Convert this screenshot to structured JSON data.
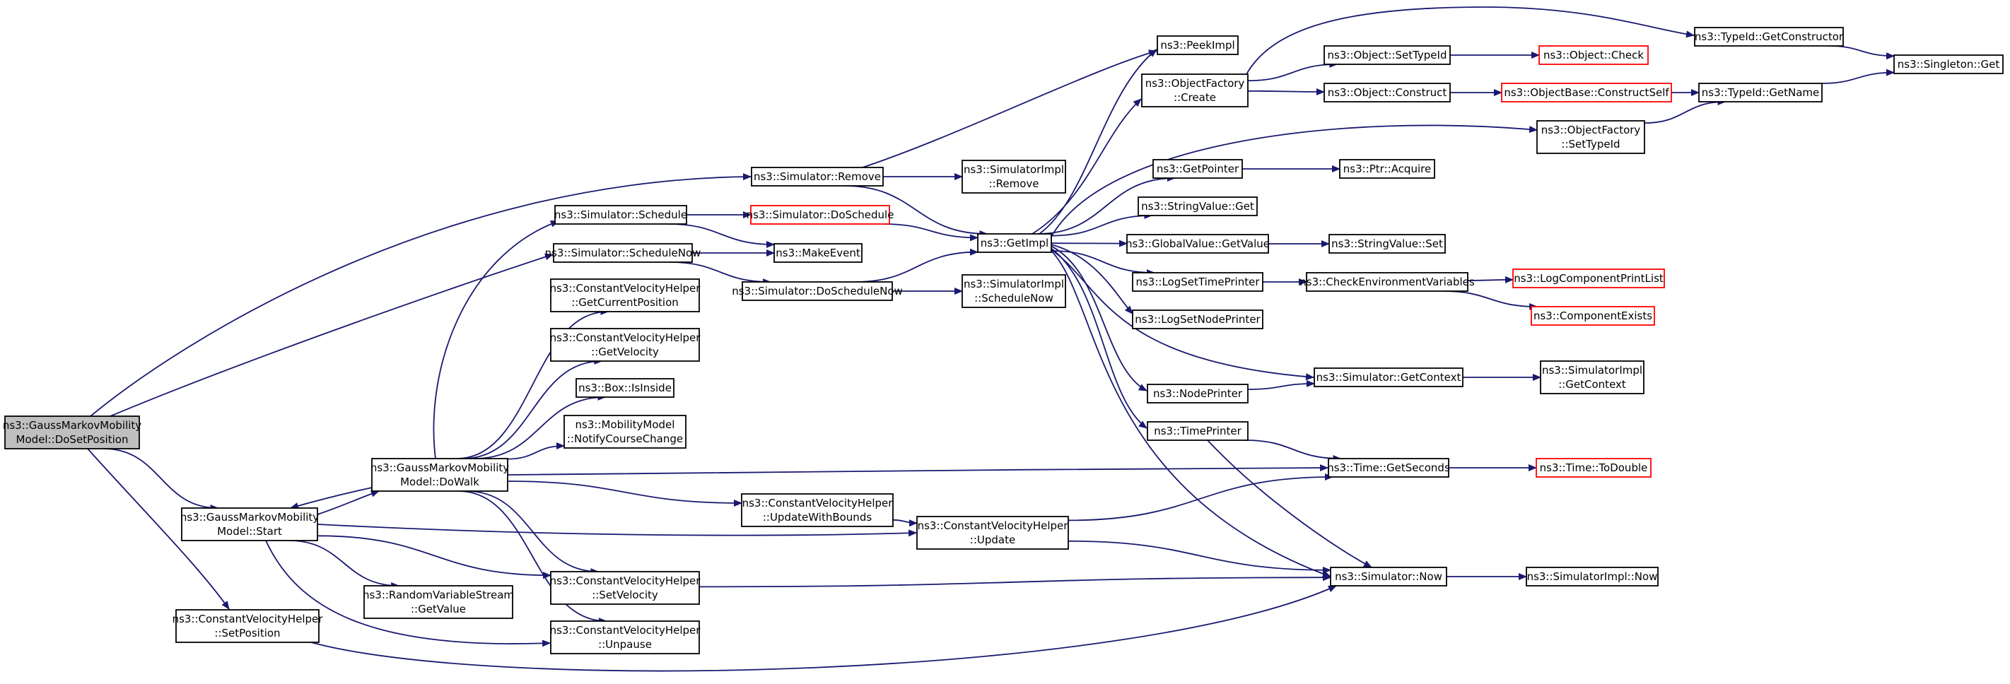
{
  "graph": {
    "edge_color": "#191970",
    "missing_border_color": "#ff0000",
    "root_fill_color": "#bfbfbf",
    "nodes": [
      {
        "id": "dosetposition",
        "lines": [
          "ns3::GaussMarkovMobility",
          "Model::DoSetPosition"
        ],
        "status": "root"
      },
      {
        "id": "start",
        "lines": [
          "ns3::GaussMarkovMobility",
          "Model::Start"
        ]
      },
      {
        "id": "setposition",
        "lines": [
          "ns3::ConstantVelocityHelper",
          "::SetPosition"
        ]
      },
      {
        "id": "dowalk",
        "lines": [
          "ns3::GaussMarkovMobility",
          "Model::DoWalk"
        ]
      },
      {
        "id": "rvs_getvalue",
        "lines": [
          "ns3::RandomVariableStream",
          "::GetValue"
        ]
      },
      {
        "id": "schedule",
        "lines": [
          "ns3::Simulator::Schedule"
        ]
      },
      {
        "id": "schedulenow",
        "lines": [
          "ns3::Simulator::ScheduleNow"
        ]
      },
      {
        "id": "getcurrentposition",
        "lines": [
          "ns3::ConstantVelocityHelper",
          "::GetCurrentPosition"
        ]
      },
      {
        "id": "getvelocity",
        "lines": [
          "ns3::ConstantVelocityHelper",
          "::GetVelocity"
        ]
      },
      {
        "id": "isinside",
        "lines": [
          "ns3::Box::IsInside"
        ]
      },
      {
        "id": "notifycoursechange",
        "lines": [
          "ns3::MobilityModel",
          "::NotifyCourseChange"
        ]
      },
      {
        "id": "setvelocity",
        "lines": [
          "ns3::ConstantVelocityHelper",
          "::SetVelocity"
        ]
      },
      {
        "id": "unpause",
        "lines": [
          "ns3::ConstantVelocityHelper",
          "::Unpause"
        ]
      },
      {
        "id": "remove",
        "lines": [
          "ns3::Simulator::Remove"
        ]
      },
      {
        "id": "doschedule",
        "lines": [
          "ns3::Simulator::DoSchedule"
        ],
        "status": "missing"
      },
      {
        "id": "makeevent",
        "lines": [
          "ns3::MakeEvent"
        ]
      },
      {
        "id": "doschedulenow",
        "lines": [
          "ns3::Simulator::DoScheduleNow"
        ]
      },
      {
        "id": "updatewithbounds",
        "lines": [
          "ns3::ConstantVelocityHelper",
          "::UpdateWithBounds"
        ]
      },
      {
        "id": "update",
        "lines": [
          "ns3::ConstantVelocityHelper",
          "::Update"
        ]
      },
      {
        "id": "simimpl_remove",
        "lines": [
          "ns3::SimulatorImpl",
          "::Remove"
        ]
      },
      {
        "id": "getimpl",
        "lines": [
          "ns3::GetImpl"
        ]
      },
      {
        "id": "simimpl_schedulenow",
        "lines": [
          "ns3::SimulatorImpl",
          "::ScheduleNow"
        ]
      },
      {
        "id": "peekimpl",
        "lines": [
          "ns3::PeekImpl"
        ]
      },
      {
        "id": "objectfactory_create",
        "lines": [
          "ns3::ObjectFactory",
          "::Create"
        ]
      },
      {
        "id": "getpointer",
        "lines": [
          "ns3::GetPointer"
        ]
      },
      {
        "id": "stringvalue_get",
        "lines": [
          "ns3::StringValue::Get"
        ]
      },
      {
        "id": "globalvalue_getvalue",
        "lines": [
          "ns3::GlobalValue::GetValue"
        ]
      },
      {
        "id": "logsettimeprinter",
        "lines": [
          "ns3::LogSetTimePrinter"
        ]
      },
      {
        "id": "logsetnodeprinter",
        "lines": [
          "ns3::LogSetNodePrinter"
        ]
      },
      {
        "id": "nodeprinter",
        "lines": [
          "ns3::NodePrinter"
        ]
      },
      {
        "id": "timeprinter",
        "lines": [
          "ns3::TimePrinter"
        ]
      },
      {
        "id": "object_settypeid",
        "lines": [
          "ns3::Object::SetTypeId"
        ]
      },
      {
        "id": "object_construct",
        "lines": [
          "ns3::Object::Construct"
        ]
      },
      {
        "id": "ptr_acquire",
        "lines": [
          "ns3::Ptr::Acquire"
        ]
      },
      {
        "id": "stringvalue_set",
        "lines": [
          "ns3::StringValue::Set"
        ]
      },
      {
        "id": "checkenvvars",
        "lines": [
          "ns3::CheckEnvironmentVariables"
        ]
      },
      {
        "id": "getcontext",
        "lines": [
          "ns3::Simulator::GetContext"
        ]
      },
      {
        "id": "time_getseconds",
        "lines": [
          "ns3::Time::GetSeconds"
        ]
      },
      {
        "id": "simulator_now",
        "lines": [
          "ns3::Simulator::Now"
        ]
      },
      {
        "id": "typeid_getconstructor",
        "lines": [
          "ns3::TypeId::GetConstructor"
        ]
      },
      {
        "id": "object_check",
        "lines": [
          "ns3::Object::Check"
        ],
        "status": "missing"
      },
      {
        "id": "objectbase_constructself",
        "lines": [
          "ns3::ObjectBase::ConstructSelf"
        ],
        "status": "missing"
      },
      {
        "id": "objectfactory_settypeid",
        "lines": [
          "ns3::ObjectFactory",
          "::SetTypeId"
        ]
      },
      {
        "id": "logcomponentprintlist",
        "lines": [
          "ns3::LogComponentPrintList"
        ],
        "status": "missing"
      },
      {
        "id": "componentexists",
        "lines": [
          "ns3::ComponentExists"
        ],
        "status": "missing"
      },
      {
        "id": "simimpl_getcontext",
        "lines": [
          "ns3::SimulatorImpl",
          "::GetContext"
        ]
      },
      {
        "id": "time_todouble",
        "lines": [
          "ns3::Time::ToDouble"
        ],
        "status": "missing"
      },
      {
        "id": "simimpl_now",
        "lines": [
          "ns3::SimulatorImpl::Now"
        ]
      },
      {
        "id": "typeid_getname",
        "lines": [
          "ns3::TypeId::GetName"
        ]
      },
      {
        "id": "singleton_get",
        "lines": [
          "ns3::Singleton::Get"
        ]
      }
    ],
    "edges": [
      [
        "dosetposition",
        "remove"
      ],
      [
        "dosetposition",
        "schedulenow"
      ],
      [
        "dosetposition",
        "start"
      ],
      [
        "dosetposition",
        "setposition"
      ],
      [
        "start",
        "dowalk"
      ],
      [
        "start",
        "rvs_getvalue"
      ],
      [
        "start",
        "setvelocity"
      ],
      [
        "start",
        "unpause"
      ],
      [
        "start",
        "update"
      ],
      [
        "dowalk",
        "start"
      ],
      [
        "dowalk",
        "schedule"
      ],
      [
        "dowalk",
        "getcurrentposition"
      ],
      [
        "dowalk",
        "getvelocity"
      ],
      [
        "dowalk",
        "isinside"
      ],
      [
        "dowalk",
        "notifycoursechange"
      ],
      [
        "dowalk",
        "updatewithbounds"
      ],
      [
        "dowalk",
        "setvelocity"
      ],
      [
        "dowalk",
        "unpause"
      ],
      [
        "dowalk",
        "time_getseconds"
      ],
      [
        "setposition",
        "simulator_now"
      ],
      [
        "schedule",
        "doschedule"
      ],
      [
        "schedule",
        "makeevent"
      ],
      [
        "schedulenow",
        "makeevent"
      ],
      [
        "schedulenow",
        "doschedulenow"
      ],
      [
        "remove",
        "peekimpl"
      ],
      [
        "remove",
        "simimpl_remove"
      ],
      [
        "remove",
        "getimpl"
      ],
      [
        "doschedule",
        "getimpl"
      ],
      [
        "doschedulenow",
        "getimpl"
      ],
      [
        "doschedulenow",
        "simimpl_schedulenow"
      ],
      [
        "updatewithbounds",
        "update"
      ],
      [
        "update",
        "time_getseconds"
      ],
      [
        "update",
        "simulator_now"
      ],
      [
        "setvelocity",
        "simulator_now"
      ],
      [
        "getimpl",
        "peekimpl"
      ],
      [
        "getimpl",
        "objectfactory_create"
      ],
      [
        "getimpl",
        "objectfactory_settypeid"
      ],
      [
        "getimpl",
        "getpointer"
      ],
      [
        "getimpl",
        "stringvalue_get"
      ],
      [
        "getimpl",
        "globalvalue_getvalue"
      ],
      [
        "getimpl",
        "logsettimeprinter"
      ],
      [
        "getimpl",
        "logsetnodeprinter"
      ],
      [
        "getimpl",
        "nodeprinter"
      ],
      [
        "getimpl",
        "timeprinter"
      ],
      [
        "getimpl",
        "getcontext"
      ],
      [
        "getimpl",
        "simulator_now"
      ],
      [
        "objectfactory_create",
        "typeid_getconstructor"
      ],
      [
        "objectfactory_create",
        "object_settypeid"
      ],
      [
        "objectfactory_create",
        "object_construct"
      ],
      [
        "object_settypeid",
        "object_check"
      ],
      [
        "object_construct",
        "objectbase_constructself"
      ],
      [
        "objectbase_constructself",
        "typeid_getname"
      ],
      [
        "objectfactory_settypeid",
        "typeid_getname"
      ],
      [
        "typeid_getconstructor",
        "singleton_get"
      ],
      [
        "typeid_getname",
        "singleton_get"
      ],
      [
        "getpointer",
        "ptr_acquire"
      ],
      [
        "globalvalue_getvalue",
        "stringvalue_set"
      ],
      [
        "logsettimeprinter",
        "checkenvvars"
      ],
      [
        "checkenvvars",
        "logcomponentprintlist"
      ],
      [
        "checkenvvars",
        "componentexists"
      ],
      [
        "nodeprinter",
        "getcontext"
      ],
      [
        "getcontext",
        "simimpl_getcontext"
      ],
      [
        "timeprinter",
        "time_getseconds"
      ],
      [
        "timeprinter",
        "simulator_now"
      ],
      [
        "time_getseconds",
        "time_todouble"
      ],
      [
        "simulator_now",
        "simimpl_now"
      ]
    ]
  }
}
